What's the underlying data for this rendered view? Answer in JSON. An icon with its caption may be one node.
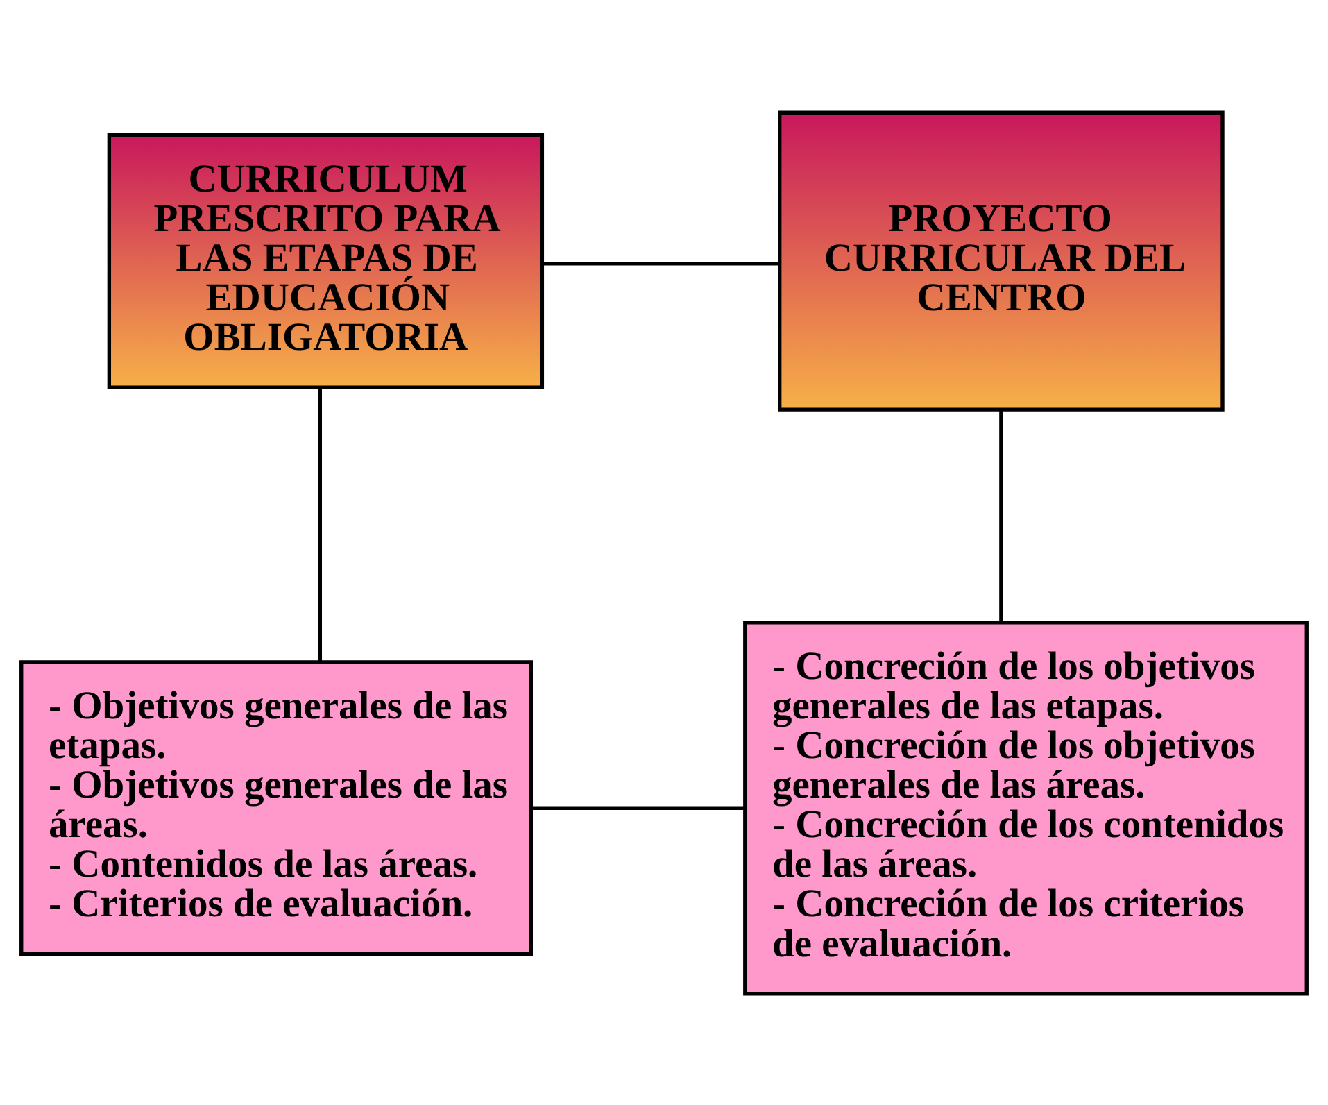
{
  "diagram": {
    "nodes": [
      {
        "text": [
          "CURRICULUM PRESCRITO PARA LAS ETAPAS DE EDUCACIÓN OBLIGATORIA"
        ]
      },
      {
        "text": [
          "PROYECTO CURRICULAR DEL CENTRO"
        ]
      },
      {
        "text": [
          "- Objetivos generales de las etapas.",
          "- Objetivos generales de las áreas.",
          "- Contenidos de las áreas.",
          "- Criterios de evaluación."
        ]
      },
      {
        "text": [
          "- Concreción de los objetivos generales de las etapas.",
          "- Concreción de los objetivos generales de las áreas.",
          "- Concreción de los contenidos de las áreas.",
          "- Concreción de los criterios de evaluación."
        ]
      }
    ],
    "edges": [
      {
        "from": 0,
        "to": 1,
        "arrow": "none"
      },
      {
        "from": 0,
        "to": 2,
        "arrow": "none"
      },
      {
        "from": 1,
        "to": 3,
        "arrow": "none"
      },
      {
        "from": 2,
        "to": 3,
        "arrow": "none"
      }
    ]
  }
}
